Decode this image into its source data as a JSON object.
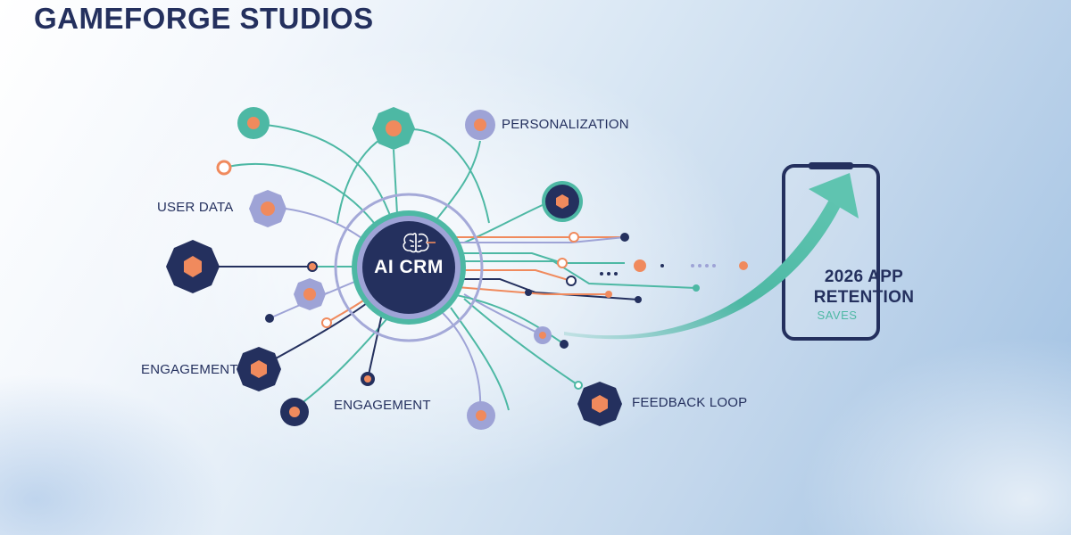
{
  "brand": "GAMEFORGE STUDIOS",
  "hub": {
    "label": "AI CRM",
    "icon": "brain-icon"
  },
  "labels": {
    "personalization": "PERSONALIZATION",
    "user_data": "USER DATA",
    "engagement_left": "ENGAGEMENT",
    "engagement_bottom": "ENGAGEMENT",
    "feedback_loop": "FEEDBACK LOOP"
  },
  "phone": {
    "line1": "2026 APP",
    "line2": "RETENTION",
    "line3": "SAVES"
  },
  "colors": {
    "navy": "#24305e",
    "teal": "#4db8a4",
    "orange": "#f08a5d",
    "lavender": "#9ea3d6",
    "ring": "#a4a9d8"
  }
}
